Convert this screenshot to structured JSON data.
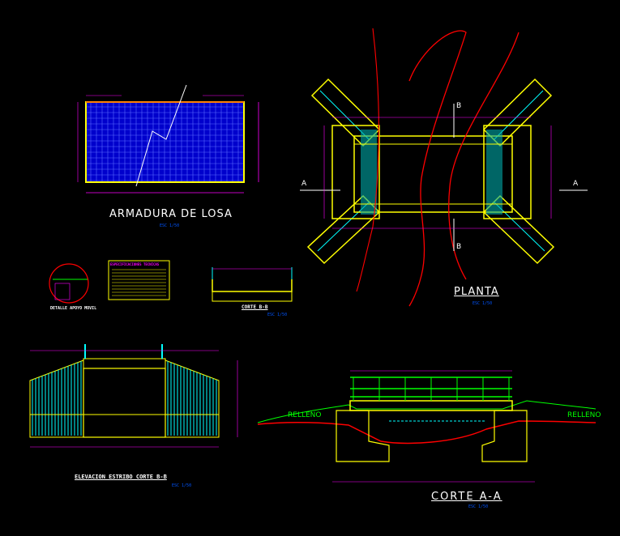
{
  "drawing": {
    "titles": {
      "armadura": "ARMADURA DE LOSA",
      "planta": "PLANTA",
      "elevacion": "ELEVACION ESTRIBO CORTE B-B",
      "corte_aa": "CORTE A-A",
      "corte_bb": "CORTE B-B",
      "detalle": "DETALLE APOYO MOVIL"
    },
    "scales": {
      "armadura": "ESC 1/50",
      "planta": "ESC 1/50",
      "elevacion": "ESC 1/50",
      "corte_aa": "ESC 1/50",
      "corte_bb": "ESC 1/50"
    },
    "section_marks": {
      "a_left": "A",
      "a_right": "A",
      "b_top": "B",
      "b_bottom": "B"
    },
    "labels": {
      "relleno_left": "RELLENO",
      "relleno_right": "RELLENO",
      "specs_title": "ESPECIFICACIONES TECNICAS"
    },
    "colors": {
      "background": "#000000",
      "slab_mesh": "#0000ff",
      "outline": "#ffff00",
      "dimension": "#ff00ff",
      "hatch": "#00ffff",
      "ground": "#ff0000",
      "railing": "#00ff00"
    }
  }
}
